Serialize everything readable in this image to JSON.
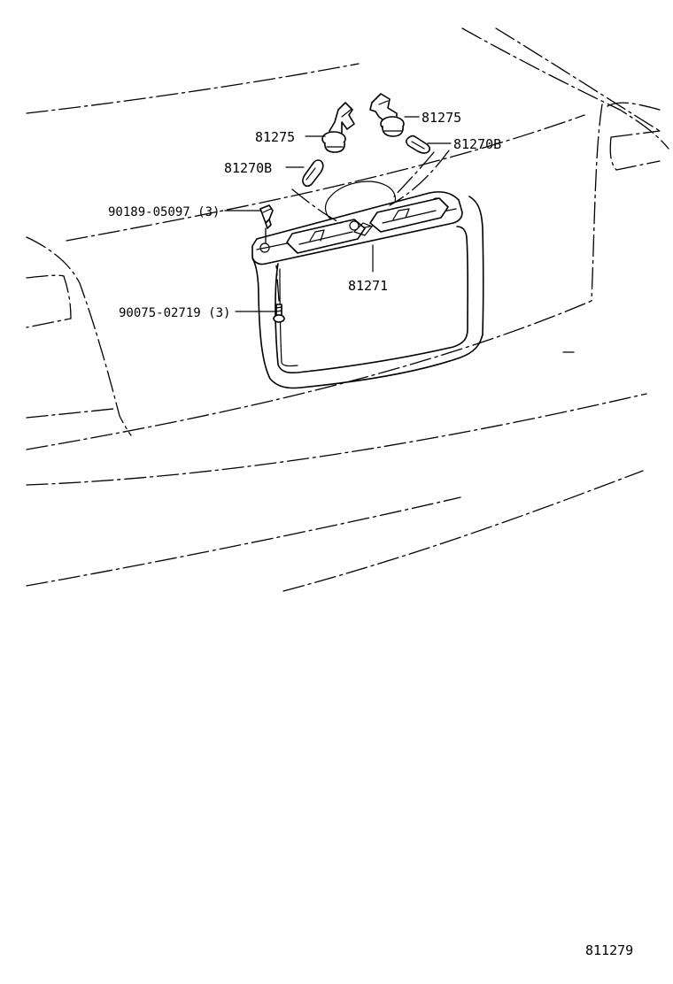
{
  "callouts": {
    "socket_left": "81275",
    "socket_right": "81275",
    "bulb_left": "81270B",
    "bulb_right": "81270B",
    "nut": "90189-05097 (3)",
    "lamp_assembly": "81271",
    "screw": "90075-02719 (3)"
  },
  "illustration_id": "811279"
}
